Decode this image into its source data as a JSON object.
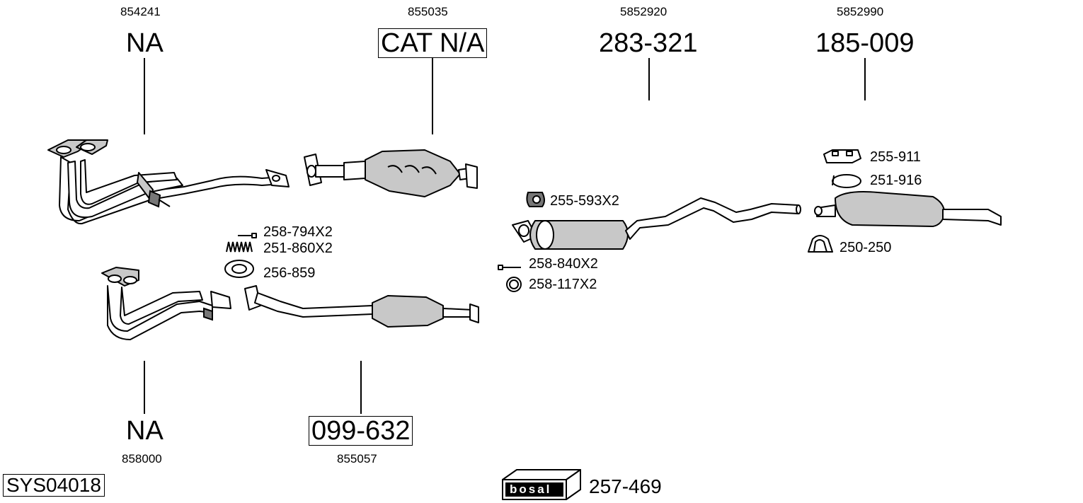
{
  "top_labels": [
    {
      "oem": "854241",
      "part": "NA"
    },
    {
      "oem": "855035",
      "part": "CAT N/A"
    },
    {
      "oem": "5852920",
      "part": "283-321"
    },
    {
      "oem": "5852990",
      "part": "185-009"
    }
  ],
  "bottom_labels": [
    {
      "oem": "858000",
      "part": "NA"
    },
    {
      "oem": "855057",
      "part": "099-632"
    }
  ],
  "small_parts": {
    "p258_794": "258-794X2",
    "p251_860": "251-860X2",
    "p256_859": "256-859",
    "p255_593": "255-593X2",
    "p258_840": "258-840X2",
    "p258_117": "258-117X2",
    "p255_911": "255-911",
    "p251_916": "251-916",
    "p250_250": "250-250"
  },
  "footer": {
    "system_code": "SYS04018",
    "brand": "bosal",
    "kit_code": "257-469"
  }
}
